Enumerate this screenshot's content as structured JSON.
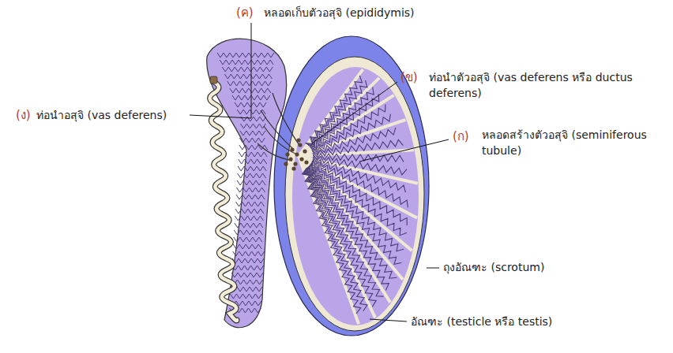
{
  "diagram": {
    "labels": [
      "(ค)",
      "หลอดเก็บตัวอสุจิ (epididymis)",
      "(ข)",
      "ท่อนำตัวอสุจิ (vas deferens หรือ ductus deferens)",
      "(ก)",
      "หลอดสร้างตัวอสุจิ (seminiferous tubule)",
      "(ง)",
      "ท่อนำอสุจิ (vas deferens)",
      "ถุงอัณฑะ (scrotum)",
      "อัณฑะ (testicle หรือ testis)"
    ]
  }
}
